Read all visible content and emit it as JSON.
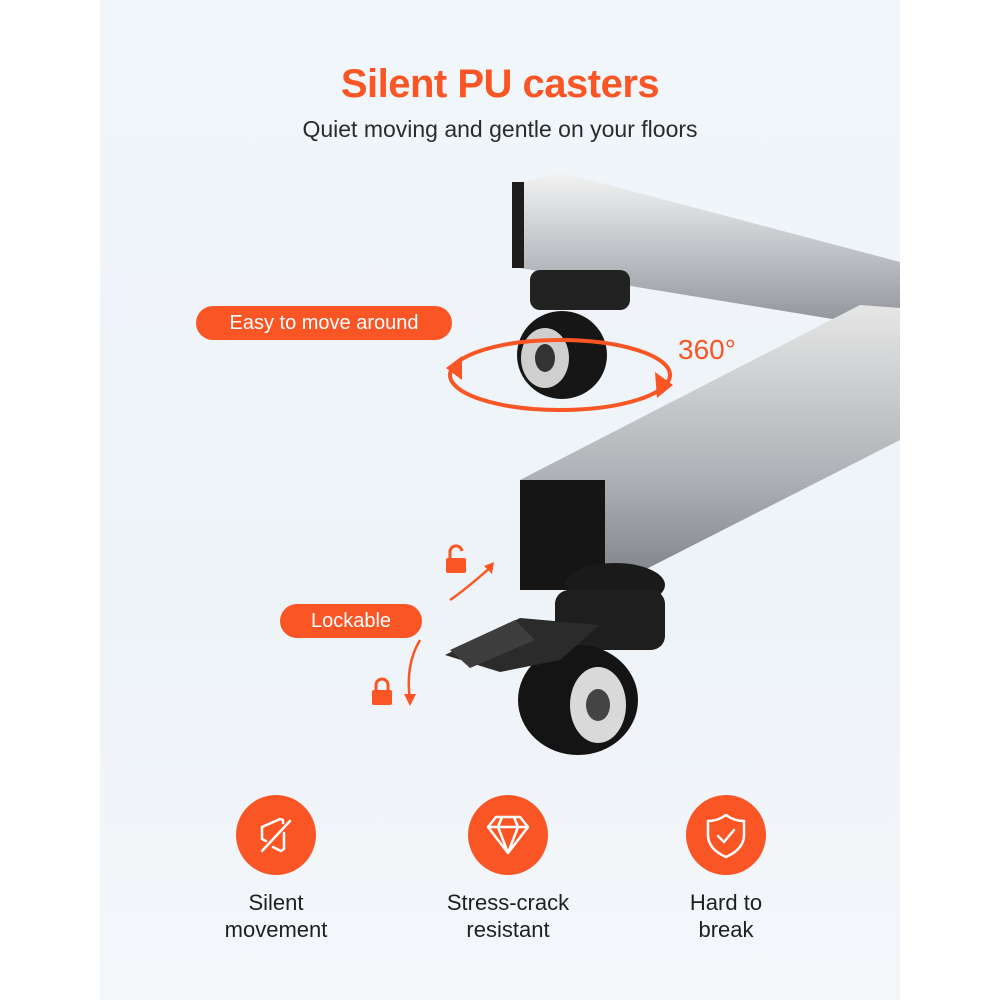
{
  "header": {
    "title": "Silent PU casters",
    "subtitle": "Quiet moving and gentle on your floors"
  },
  "callouts": {
    "move": "Easy to move around",
    "rotation": "360°",
    "lock": "Lockable"
  },
  "features": [
    {
      "icon": "mute-speaker-icon",
      "line1": "Silent",
      "line2": "movement"
    },
    {
      "icon": "diamond-icon",
      "line1": "Stress-crack",
      "line2": "resistant"
    },
    {
      "icon": "shield-check-icon",
      "line1": "Hard to",
      "line2": "break"
    }
  ],
  "colors": {
    "accent": "#f95525",
    "panel": "#f1f6fb"
  }
}
